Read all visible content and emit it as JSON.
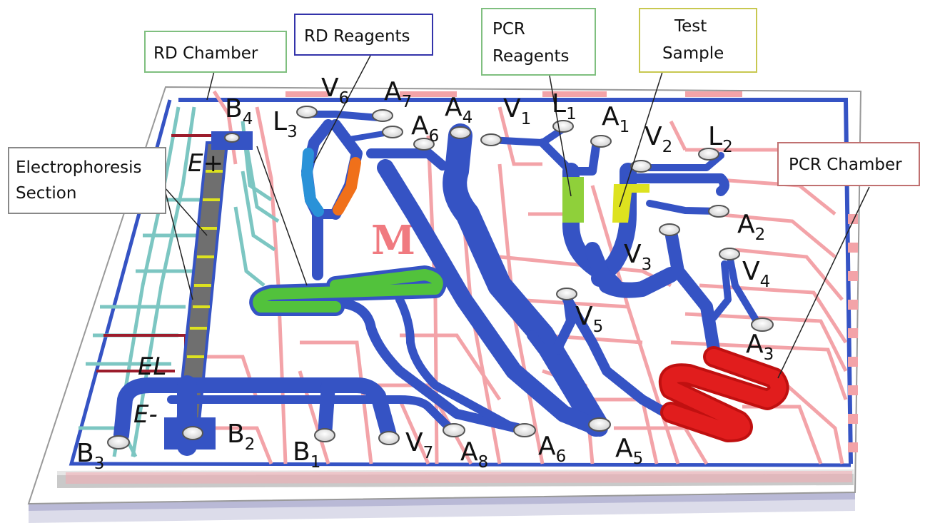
{
  "callouts": {
    "rd_chamber": "RD Chamber",
    "rd_reagents": "RD Reagents",
    "pcr_reagents_line1": "PCR",
    "pcr_reagents_line2": "Reagents",
    "test_sample_line1": "Test",
    "test_sample_line2": "Sample",
    "pcr_chamber": "PCR Chamber",
    "electrophoresis_line1": "Electrophoresis",
    "electrophoresis_line2": "Section"
  },
  "logo_mark": "M",
  "labels": {
    "B4": {
      "main": "B",
      "sub": "4"
    },
    "E_plus": "E+",
    "L3": {
      "main": "L",
      "sub": "3"
    },
    "V6": {
      "main": "V",
      "sub": "6"
    },
    "A7": {
      "main": "A",
      "sub": "7"
    },
    "A4": {
      "main": "A",
      "sub": "4"
    },
    "A6_top": {
      "main": "A",
      "sub": "6"
    },
    "V1": {
      "main": "V",
      "sub": "1"
    },
    "L1": {
      "main": "L",
      "sub": "1"
    },
    "A1": {
      "main": "A",
      "sub": "1"
    },
    "V2": {
      "main": "V",
      "sub": "2"
    },
    "L2": {
      "main": "L",
      "sub": "2"
    },
    "A2": {
      "main": "A",
      "sub": "2"
    },
    "V3": {
      "main": "V",
      "sub": "3"
    },
    "V4": {
      "main": "V",
      "sub": "4"
    },
    "V5": {
      "main": "V",
      "sub": "5"
    },
    "A3": {
      "main": "A",
      "sub": "3"
    },
    "EL": "EL",
    "E_minus": "E-",
    "B3": {
      "main": "B",
      "sub": "3"
    },
    "B2": {
      "main": "B",
      "sub": "2"
    },
    "B1": {
      "main": "B",
      "sub": "1"
    },
    "V7": {
      "main": "V",
      "sub": "7"
    },
    "A8": {
      "main": "A",
      "sub": "8"
    },
    "A6_bottom": {
      "main": "A",
      "sub": "6"
    },
    "A5": {
      "main": "A",
      "sub": "5"
    }
  },
  "colors": {
    "channel_blue": "#3553c4",
    "circuit_pink": "#f3a3a8",
    "circuit_teal": "#7cc6c2",
    "rd_chamber_green": "#52c23c",
    "pcr_chamber_red": "#e11d1d",
    "reagent_orange": "#f0701a",
    "reagent_lightblue": "#2a92d8",
    "pcr_reagent_green": "#8fd03a",
    "test_sample_yellow": "#dde21f",
    "gel_gray": "#6f6f6f",
    "callout_green_border": "#7fbf7f",
    "callout_blue_border": "#3333aa",
    "callout_yellow_border": "#c8c850",
    "callout_red_border": "#c07070"
  }
}
